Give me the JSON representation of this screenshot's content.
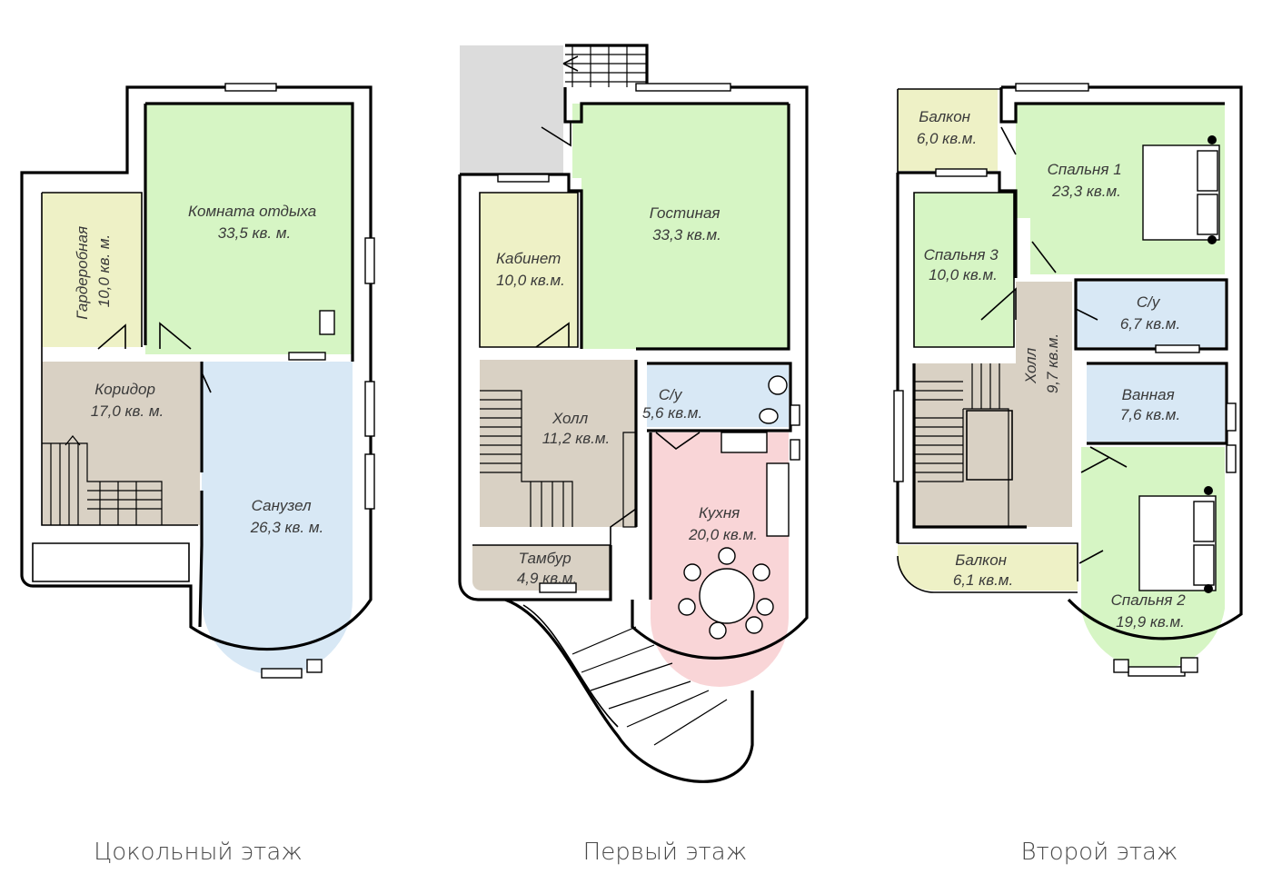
{
  "colors": {
    "green": "#d6f5c4",
    "yellow": "#eef1c6",
    "beige": "#d9d1c4",
    "blue": "#d8e8f5",
    "pink": "#f9d5d7",
    "gray": "#dcdcdc",
    "wall": "#000000"
  },
  "floors": [
    {
      "caption": "Цокольный этаж",
      "rooms": [
        {
          "id": "garderob",
          "name": "Гардеробная",
          "area": "10,0 кв. м.",
          "color": "yellow"
        },
        {
          "id": "komnata",
          "name": "Комната отдыха",
          "area": "33,5 кв. м.",
          "color": "green"
        },
        {
          "id": "koridor",
          "name": "Коридор",
          "area": "17,0 кв. м.",
          "color": "beige"
        },
        {
          "id": "sanuzel",
          "name": "Санузел",
          "area": "26,3 кв. м.",
          "color": "blue"
        }
      ]
    },
    {
      "caption": "Первый этаж",
      "rooms": [
        {
          "id": "kabinet",
          "name": "Кабинет",
          "area": "10,0 кв.м.",
          "color": "yellow"
        },
        {
          "id": "gostinaya",
          "name": "Гостиная",
          "area": "33,3 кв.м.",
          "color": "green"
        },
        {
          "id": "holl1",
          "name": "Холл",
          "area": "11,2 кв.м.",
          "color": "beige"
        },
        {
          "id": "su1",
          "name": "С/у",
          "area": "5,6 кв.м.",
          "color": "blue"
        },
        {
          "id": "kuhnya",
          "name": "Кухня",
          "area": "20,0 кв.м.",
          "color": "pink"
        },
        {
          "id": "tambur",
          "name": "Тамбур",
          "area": "4,9 кв.м.",
          "color": "beige"
        }
      ]
    },
    {
      "caption": "Второй этаж",
      "rooms": [
        {
          "id": "balkon1",
          "name": "Балкон",
          "area": "6,0 кв.м.",
          "color": "yellow"
        },
        {
          "id": "spalnya1",
          "name": "Спальня 1",
          "area": "23,3 кв.м.",
          "color": "green"
        },
        {
          "id": "spalnya3",
          "name": "Спальня 3",
          "area": "10,0 кв.м.",
          "color": "green"
        },
        {
          "id": "su2",
          "name": "С/у",
          "area": "6,7 кв.м.",
          "color": "blue"
        },
        {
          "id": "holl2",
          "name": "Холл",
          "area": "9,7 кв.м.",
          "color": "beige"
        },
        {
          "id": "vannaya",
          "name": "Ванная",
          "area": "7,6 кв.м.",
          "color": "blue"
        },
        {
          "id": "balkon2",
          "name": "Балкон",
          "area": "6,1 кв.м.",
          "color": "yellow"
        },
        {
          "id": "spalnya2",
          "name": "Спальня 2",
          "area": "19,9 кв.м.",
          "color": "green"
        }
      ]
    }
  ]
}
